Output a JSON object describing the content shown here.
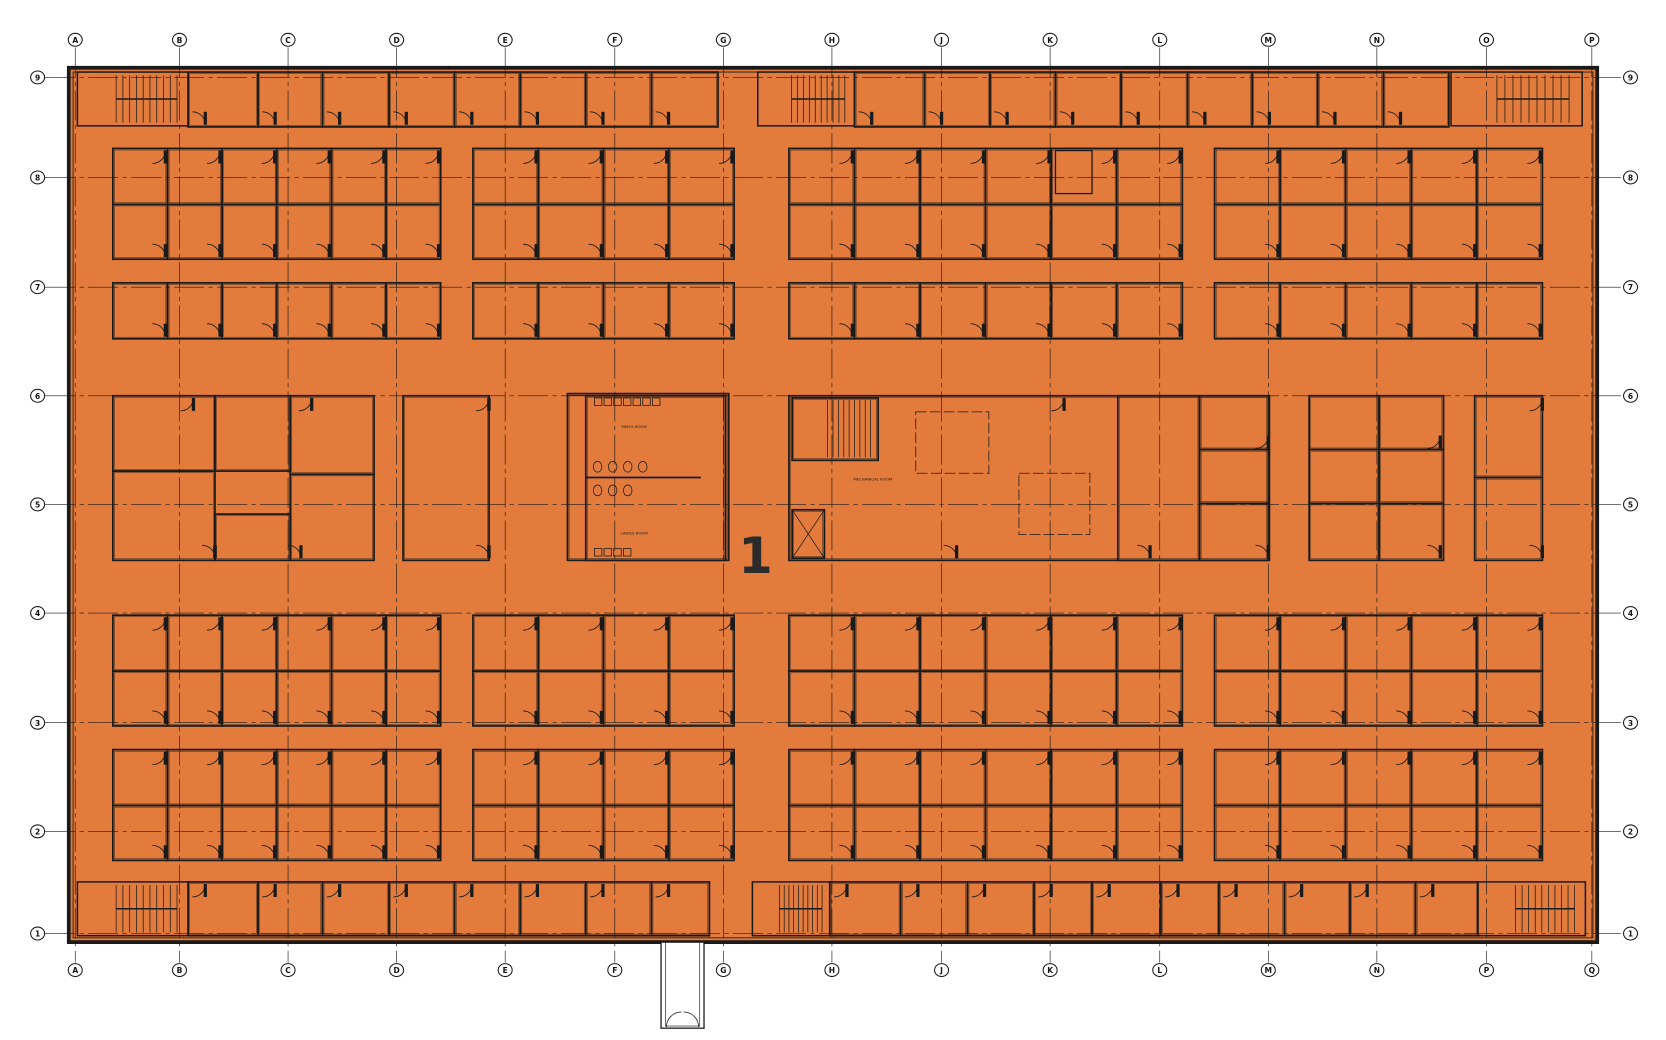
{
  "plan": {
    "floor_number": "1",
    "fill_color": "#E27B3C",
    "line_color": "#1a1a1a",
    "grid_columns_top": [
      "A",
      "B",
      "C",
      "D",
      "E",
      "F",
      "G",
      "H",
      "J",
      "K",
      "L",
      "M",
      "N",
      "O",
      "P"
    ],
    "grid_columns_bottom": [
      "A",
      "B",
      "C",
      "D",
      "E",
      "F",
      "G",
      "H",
      "J",
      "K",
      "L",
      "M",
      "N",
      "P",
      "Q"
    ],
    "grid_rows": [
      "9",
      "8",
      "7",
      "6",
      "5",
      "4",
      "3",
      "2",
      "1"
    ],
    "rooms": {
      "mens_room": "MEN'S ROOM",
      "ladies_room": "LADIES ROOM",
      "mechanical_room": "MECHANICAL ROOM"
    }
  }
}
